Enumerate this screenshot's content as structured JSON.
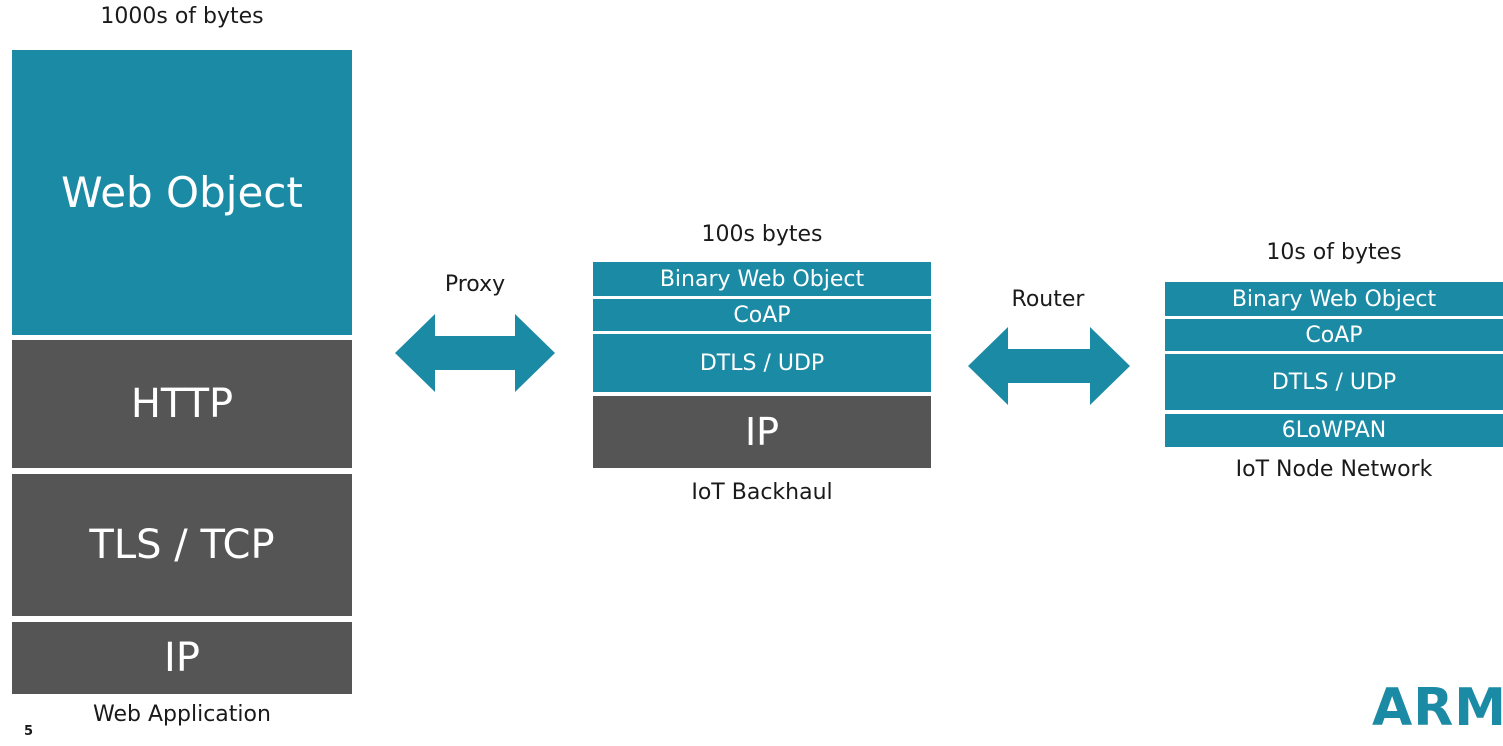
{
  "colors": {
    "teal": "#1b8aa5",
    "gray": "#555555",
    "text": "#1a1a1a"
  },
  "web_stack": {
    "size_label": "1000s of bytes",
    "layers": [
      "Web Object",
      "HTTP",
      "TLS / TCP",
      "IP"
    ],
    "caption": "Web Application"
  },
  "proxy": {
    "label": "Proxy",
    "icon": "double-arrow-icon"
  },
  "backhaul_stack": {
    "size_label": "100s bytes",
    "layers": [
      "Binary Web Object",
      "CoAP",
      "DTLS / UDP",
      "IP"
    ],
    "caption": "IoT Backhaul"
  },
  "router": {
    "label": "Router",
    "icon": "double-arrow-icon"
  },
  "node_stack": {
    "size_label": "10s of bytes",
    "layers": [
      "Binary Web Object",
      "CoAP",
      "DTLS / UDP",
      "6LoWPAN"
    ],
    "caption": "IoT Node Network"
  },
  "slide": {
    "number": "5",
    "brand": "ARM"
  }
}
